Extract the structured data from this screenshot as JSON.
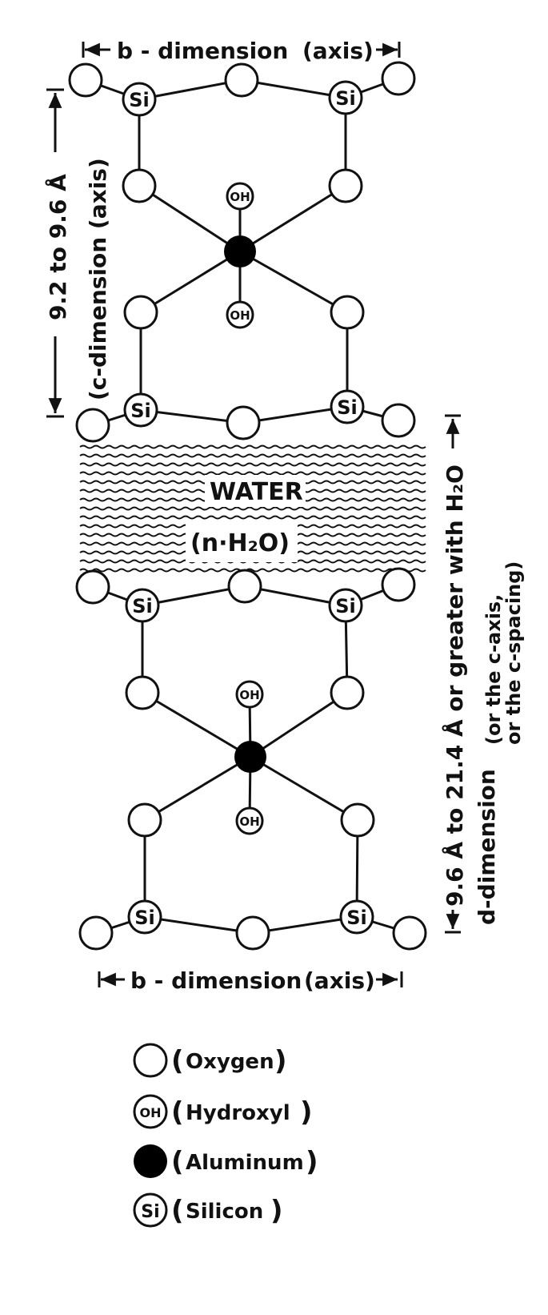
{
  "top_b_label": "b - dimension",
  "top_b_axis": "(axis)",
  "c_value": "9.2 to 9.6 Å",
  "c_label": "(c-dimension (axis)",
  "water_label": "WATER",
  "water_formula": "(n·H₂O)",
  "d_value": "9.6 Å to 21.4 Å or greater with H₂O",
  "d_label": "d-dimension",
  "d_paren_line1": "(or the c-axis,",
  "d_paren_line2": "or the c-spacing)",
  "bottom_b_label": "b - dimension",
  "bottom_b_axis": "(axis)",
  "atom_labels": {
    "silicon": "Si",
    "hydroxyl": "OH"
  },
  "legend": [
    {
      "symbol": "oxygen",
      "label": "Oxygen"
    },
    {
      "symbol": "hydroxyl",
      "label": "Hydroxyl"
    },
    {
      "symbol": "aluminum",
      "label": "Aluminum"
    },
    {
      "symbol": "silicon",
      "label": "Silicon"
    }
  ]
}
